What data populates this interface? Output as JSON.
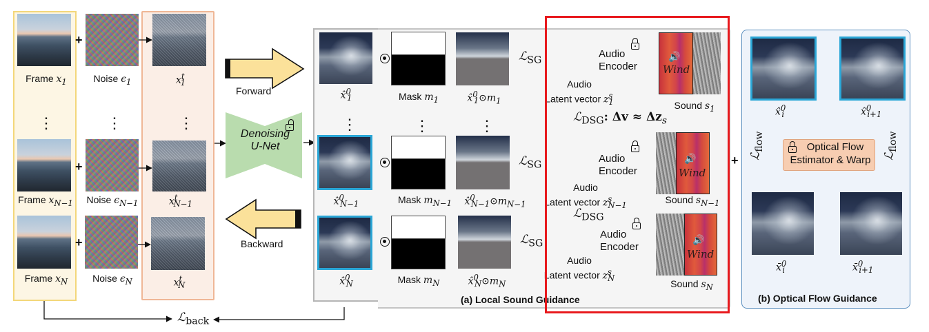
{
  "left": {
    "frames": [
      {
        "label": "Frame ",
        "var": "x",
        "sub": "1"
      },
      {
        "label": "Frame ",
        "var": "x",
        "sub": "N−1"
      },
      {
        "label": "Frame ",
        "var": "x",
        "sub": "N"
      }
    ],
    "noises": [
      {
        "label": "Noise ",
        "var": "ϵ",
        "sub": "1"
      },
      {
        "label": "Noise ",
        "var": "ϵ",
        "sub": "N−1"
      },
      {
        "label": "Noise ",
        "var": "ϵ",
        "sub": "N"
      }
    ],
    "noisy": [
      {
        "var": "x",
        "sup": "t",
        "sub": "1"
      },
      {
        "var": "x",
        "sup": "t",
        "sub": "N−1"
      },
      {
        "var": "x",
        "sup": "t",
        "sub": "N"
      }
    ],
    "plus": "+",
    "ellipsis": "⋮"
  },
  "middle": {
    "forward": "Forward",
    "backward": "Backward",
    "unet_line1": "Denoising",
    "unet_line2": "U-Net",
    "unet_lock": "unlocked"
  },
  "outputs": [
    {
      "var": "x̂",
      "sup": "0",
      "sub": "1"
    },
    {
      "var": "x̂",
      "sup": "0",
      "sub": "N−1"
    },
    {
      "var": "x̂",
      "sup": "0",
      "sub": "N"
    }
  ],
  "local": {
    "title": "(a) Local Sound Guidance",
    "masks": [
      {
        "label": "Mask ",
        "var": "m",
        "sub": "1"
      },
      {
        "label": "Mask ",
        "var": "m",
        "sub": "N−1"
      },
      {
        "label": "Mask ",
        "var": "m",
        "sub": "N"
      }
    ],
    "masked": [
      {
        "text": "x̂",
        "sup": "0",
        "sub": "1",
        "op": "⊙m",
        "sub2": "1"
      },
      {
        "text": "x̂",
        "sup": "0",
        "sub": "N−1",
        "op": "⊙m",
        "sub2": "N−1"
      },
      {
        "text": "x̂",
        "sup": "0",
        "sub": "N",
        "op": "⊙m",
        "sub2": "N"
      }
    ],
    "loss_sg": "ℒ",
    "loss_sg_sub": "SG",
    "loss_dsg_main": "ℒ",
    "loss_dsg_sub": "DSG",
    "loss_dsg_eq": ": Δv ≈ Δz",
    "loss_dsg_eq_sub": "s",
    "encoder_line1": "Audio",
    "encoder_line2": "Encoder",
    "latent_line1": "Audio",
    "latent_line2": "Latent vector ",
    "latents": [
      {
        "var": "z",
        "sup": "s",
        "sub": "1"
      },
      {
        "var": "z",
        "sup": "s",
        "sub": "N−1"
      },
      {
        "var": "z",
        "sup": "s",
        "sub": "N"
      }
    ],
    "sounds": [
      {
        "label": "Sound ",
        "var": "s",
        "sub": "1"
      },
      {
        "label": "Sound ",
        "var": "s",
        "sub": "N−1"
      },
      {
        "label": "Sound ",
        "var": "s",
        "sub": "N"
      }
    ],
    "wind": "Wind"
  },
  "flow": {
    "title": "(b) Optical Flow Guidance",
    "box_line1": "Optical Flow",
    "box_line2": "Estimator & Warp",
    "loss": "ℒ",
    "loss_sub": "flow",
    "top": [
      {
        "var": "x̂",
        "sup": "0",
        "sub": "i"
      },
      {
        "var": "x̂",
        "sup": "0",
        "sub": "i+1"
      }
    ],
    "bottom": [
      {
        "var": "x̄",
        "sup": "0",
        "sub": "i"
      },
      {
        "var": "x̄",
        "sup": "0",
        "sub": "i+1"
      }
    ]
  },
  "bottom": {
    "loss": "ℒ",
    "loss_sub": "back"
  },
  "colors": {
    "frame_panel": "#f3d77a",
    "noisy_panel": "#efb796",
    "unet": "#b9dcae",
    "encoder": "#b9cde8",
    "highlight": "#e8191d",
    "flow_panel": "#5b8fbf",
    "flow_box": "#f7cdb1"
  }
}
